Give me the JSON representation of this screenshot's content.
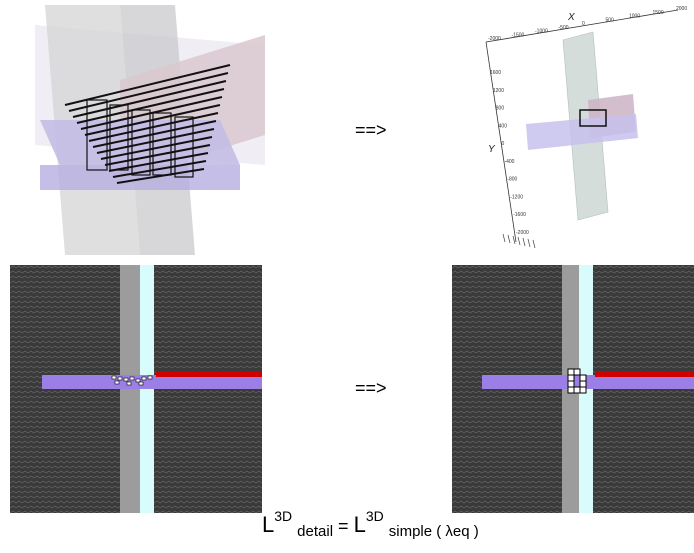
{
  "arrows": {
    "top": "==>",
    "bottom": "==>"
  },
  "plot3d": {
    "x_axis_label": "X",
    "y_axis_label": "Y",
    "x_ticks": [
      "-2000",
      "-1500",
      "-1000",
      "-500",
      "0",
      "500",
      "1000",
      "1500",
      "2000"
    ],
    "y_ticks": [
      "1600",
      "1200",
      "800",
      "400",
      "0",
      "-400",
      "-800",
      "-1200",
      "-1600",
      "-2000"
    ]
  },
  "formula": {
    "lhs_letter": "L",
    "lhs_sup": "3D",
    "lhs_sub": "detail",
    "equals": "=",
    "rhs_letter": "L",
    "rhs_sup": "3D",
    "rhs_sub": "simple ( λeq )"
  },
  "colors": {
    "purple_beam": "#9b7fe6",
    "red_strip": "#d10000",
    "gray_column": "#9c9c9c",
    "cyan_column": "#d8fbfb",
    "dark_background": "#3a3a3a"
  }
}
